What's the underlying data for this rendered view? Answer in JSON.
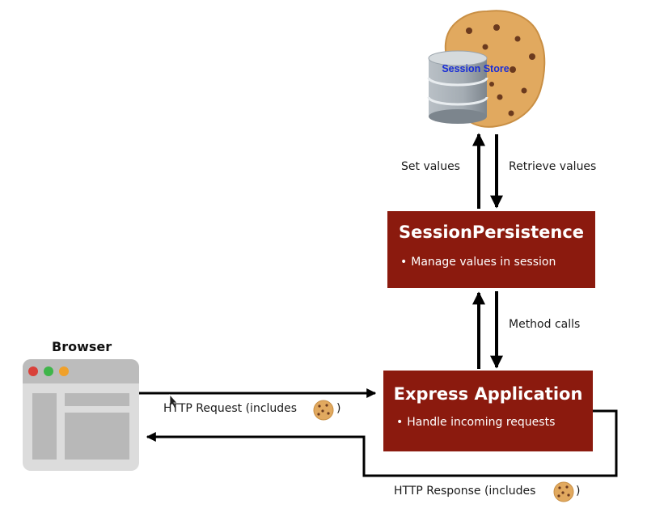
{
  "store": {
    "label": "Session Store",
    "icon": "cookie-icon",
    "db_icon": "database-icon"
  },
  "edges": {
    "set_values": "Set values",
    "retrieve_values": "Retrieve values",
    "method_calls": "Method calls",
    "http_request": "HTTP Request (includes",
    "http_response": "HTTP Response (includes",
    "close_paren": ")"
  },
  "session_persistence": {
    "title": "SessionPersistence",
    "bullet": "Manage values in session"
  },
  "express_app": {
    "title": "Express Application",
    "bullet": "Handle incoming requests"
  },
  "browser": {
    "title": "Browser",
    "icon": "browser-window-icon",
    "dots": [
      "#d9413a",
      "#3fb54a",
      "#f0a12b"
    ]
  },
  "colors": {
    "box": "#8b1a0e",
    "cookie": "#e1a95f",
    "chip": "#6b3a1e",
    "store_text": "#1a2ed6"
  }
}
